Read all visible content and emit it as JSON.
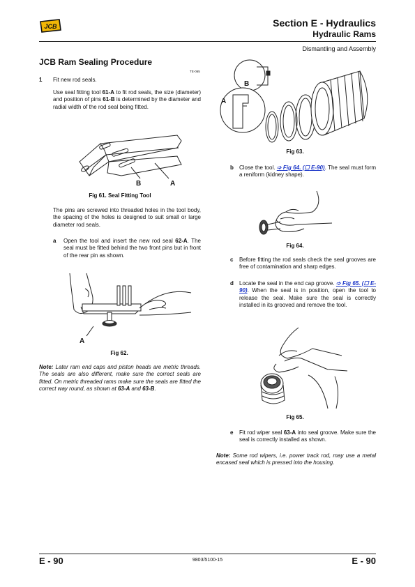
{
  "header": {
    "section_title": "Section E - Hydraulics",
    "subtitle": "Hydraulic Rams",
    "topic": "Dismantling and Assembly",
    "logo_text": "JCB"
  },
  "heading": "JCB Ram Sealing Procedure",
  "ref_code": "TE-065",
  "step1": {
    "number": "1",
    "title": "Fit new rod seals.",
    "para_1": "Use seal fitting tool ",
    "tool_ref": "61-A",
    "para_2": " to fit rod seals, the size (diameter) and position of pins ",
    "pins_ref": "61-B",
    "para_3": " is determined by the diameter and radial width of the rod seal being fitted."
  },
  "fig61": {
    "caption": "Fig 61. Seal Fitting Tool",
    "label_b": "B",
    "label_a": "A"
  },
  "pins_para": "The pins are screwed into threaded holes in the tool body, the spacing of the holes is designed to suit small or large diameter rod seals.",
  "step_a": {
    "letter": "a",
    "text_1": "Open the tool and insert the new rod seal ",
    "ref": "62-A",
    "text_2": ". The seal must be fitted behind the two front pins but in front of the rear pin as shown."
  },
  "fig62": {
    "caption": "Fig 62.",
    "label_a": "A"
  },
  "note1": {
    "label": "Note:",
    "text_1": " Later ram end caps and piston heads are metric threads. The seals are also different, make sure the correct seals are fitted. On metric threaded rams make sure the seals are fitted the correct way round, as shown at ",
    "ref_a": "63-A",
    "and": " and ",
    "ref_b": "63-B",
    "end": "."
  },
  "fig63": {
    "caption": "Fig 63.",
    "label_b": "B",
    "label_a": "A"
  },
  "step_b": {
    "letter": "b",
    "text_1": "Close the tool. ",
    "link_arrow": "➩",
    "link_text": " Fig 64. (",
    "link_page": " E-90)",
    "text_2": ". The seal must form a reniform (kidney shape)."
  },
  "fig64": {
    "caption": "Fig 64."
  },
  "step_c": {
    "letter": "c",
    "text": "Before fitting the rod seals check the seal grooves are free of contamination and sharp edges."
  },
  "step_d": {
    "letter": "d",
    "text_1": "Locate the seal in the end cap groove. ",
    "link_arrow": "➩",
    "link_text": " Fig 65. (",
    "link_page": " E-90)",
    "text_2": ". When the seal is in position, open the tool to release the seal. Make sure the seal is correctly installed in its grooved and remove the tool."
  },
  "fig65": {
    "caption": "Fig 65."
  },
  "step_e": {
    "letter": "e",
    "text_1": "Fit rod wiper seal ",
    "ref": "63-A",
    "text_2": " into seal groove. Make sure the seal is correctly installed as shown."
  },
  "note2": {
    "label": "Note:",
    "text": " Some rod wipers, i.e. power track rod, may use a metal encased seal which is pressed into the housing."
  },
  "footer": {
    "page_left": "E - 90",
    "doc_number": "9803/5100-15",
    "page_right": "E - 90"
  },
  "colors": {
    "link": "#1c36c8",
    "text": "#111111"
  }
}
